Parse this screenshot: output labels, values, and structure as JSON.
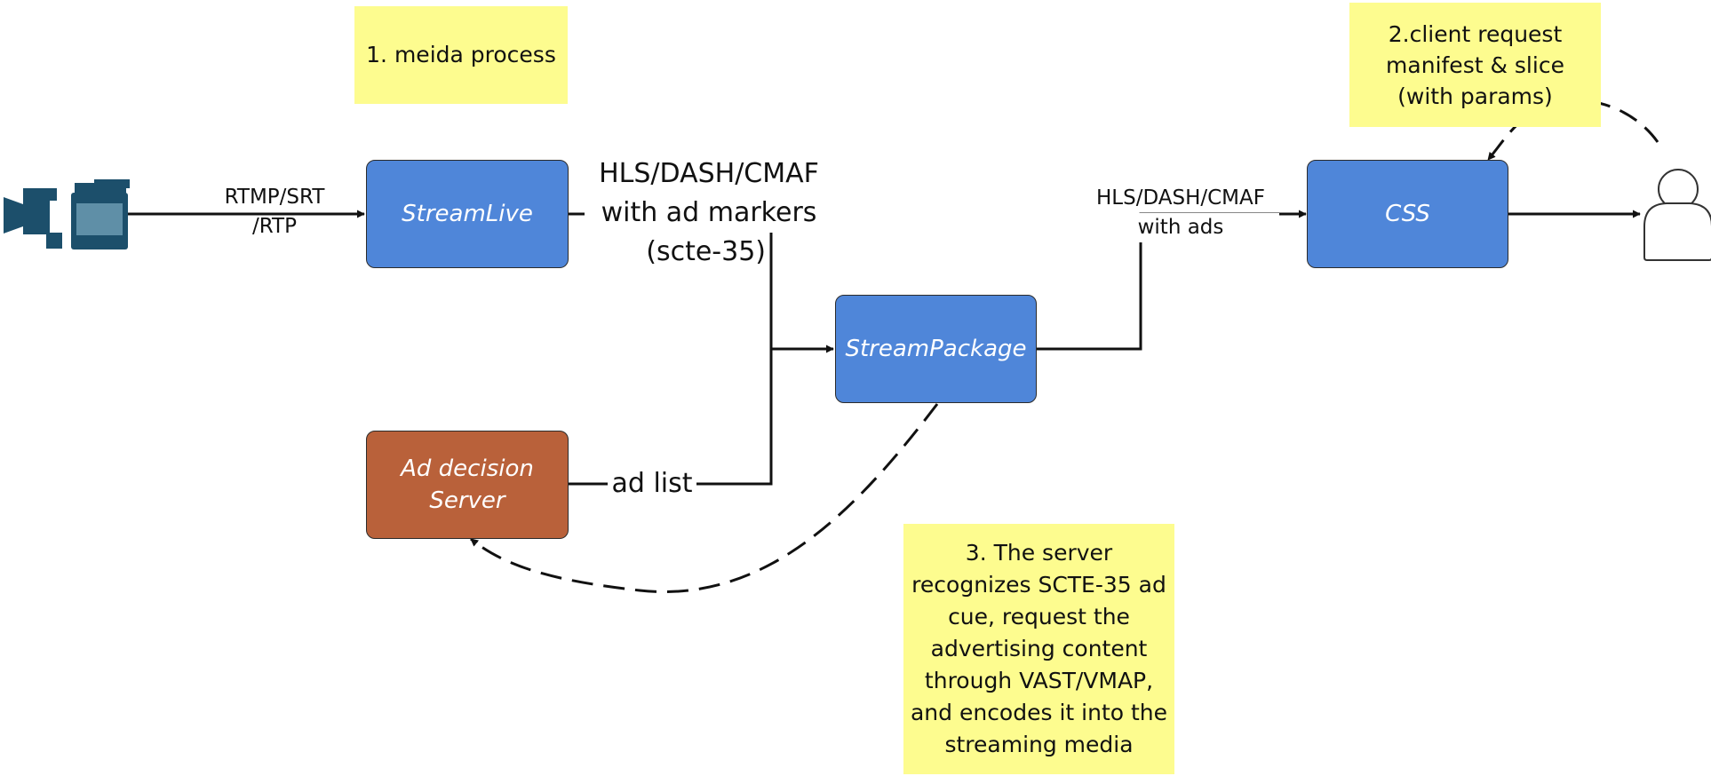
{
  "nodes": {
    "streamlive": "StreamLive",
    "streampackage": "StreamPackage",
    "css": "CSS",
    "ad_server_line1": "Ad decision",
    "ad_server_line2": "Server"
  },
  "notes": {
    "step1": "1. meida process",
    "step2": [
      "2.client request",
      "manifest & slice",
      "(with params)"
    ],
    "step3": [
      "3. The server",
      "recognizes SCTE-35 ad",
      "cue, request the",
      "advertising content",
      "through VAST/VMAP,",
      "and encodes it into the",
      "streaming media"
    ]
  },
  "edges": {
    "camera_to_live": [
      "RTMP/SRT",
      "/RTP"
    ],
    "live_to_package": [
      "HLS/DASH/CMAF",
      "with ad markers",
      "(scte-35)"
    ],
    "package_to_css": [
      "HLS/DASH/CMAF",
      "with ads"
    ],
    "ad_list": "ad list"
  },
  "icons": {
    "camera": "video-camera-icon",
    "user": "user-icon"
  },
  "colors": {
    "node_blue": "#4f86d9",
    "node_brown": "#b9613a",
    "note_yellow": "#fdfc8f",
    "camera": "#1c4f6b",
    "line": "#111111"
  }
}
